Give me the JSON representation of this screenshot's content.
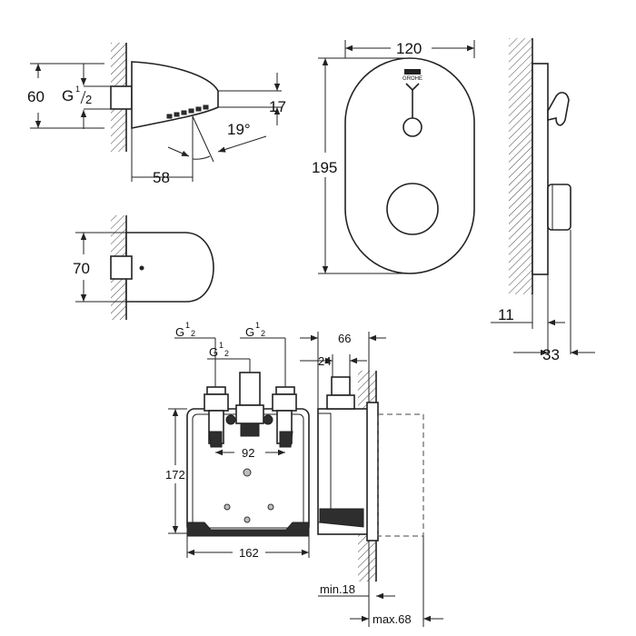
{
  "spout_side": {
    "height": "60",
    "thread_main": "G",
    "thread_num": "1",
    "thread_den": "2",
    "outlet_height": "17",
    "angle": "19°",
    "length": "58"
  },
  "spout_top": {
    "width": "70"
  },
  "plate_front": {
    "width": "120",
    "height": "195",
    "logo": "GROHE"
  },
  "plate_side": {
    "wall_gap": "11",
    "depth": "33"
  },
  "box_front": {
    "thread_left_main": "G",
    "thread_left_num": "1",
    "thread_left_den": "2",
    "thread_right_main": "G",
    "thread_right_num": "1",
    "thread_right_den": "2",
    "thread_center_main": "G",
    "thread_center_num": "1",
    "thread_center_den": "2",
    "spacing": "92",
    "height": "172",
    "width": "162"
  },
  "box_side": {
    "depth": "66",
    "stem": "24",
    "min_depth": "min.18",
    "max_depth": "max.68"
  },
  "colors": {
    "line": "#222222",
    "fill_dark": "#2e2e2e",
    "fill_grey": "#bdbdbd"
  }
}
